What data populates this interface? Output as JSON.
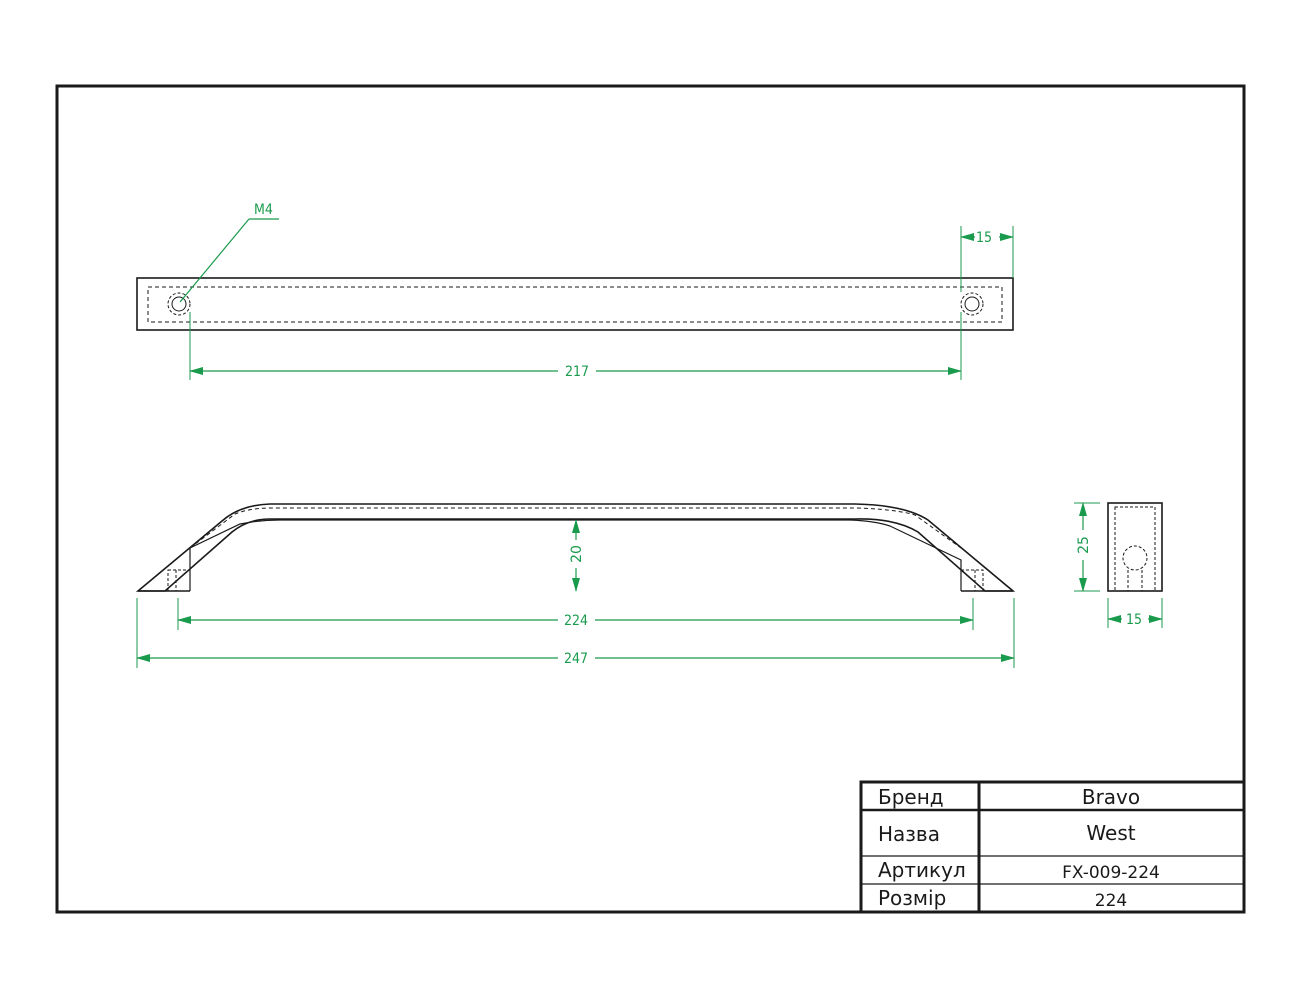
{
  "colors": {
    "line": "#1a1a1a",
    "dimension": "#1a9a4c",
    "background": "#ffffff"
  },
  "annotations": {
    "thread": "M4"
  },
  "dimensions": {
    "hole_spacing_top": "217",
    "hole_offset": "15",
    "height_inner": "20",
    "center_distance": "224",
    "overall_length": "247",
    "profile_height": "25",
    "profile_width": "15"
  },
  "title_block": {
    "rows": [
      {
        "label": "Бренд",
        "value": "Bravo"
      },
      {
        "label": "Назва",
        "value": "West"
      },
      {
        "label": "Артикул",
        "value": "FX-009-224"
      },
      {
        "label": "Розмір",
        "value": "224"
      }
    ]
  }
}
